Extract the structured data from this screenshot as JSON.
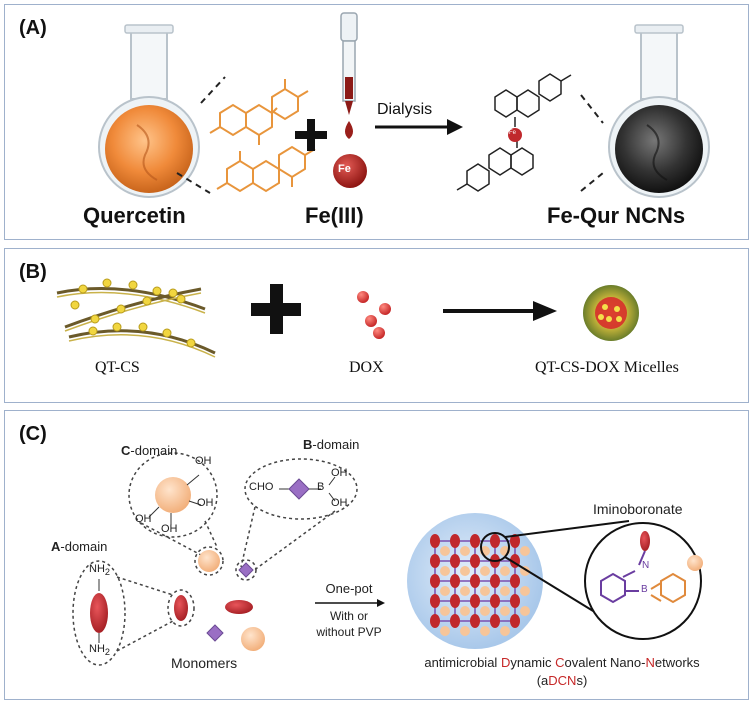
{
  "panel_a": {
    "letter": "(A)",
    "label_left": "Quercetin",
    "label_mid": "Fe(III)",
    "label_right": "Fe-Qur NCNs",
    "arrow_label": "Dialysis",
    "fe_badge": "Fe",
    "fe_center": "Fe",
    "colors": {
      "orange_flask": "#f08a3a",
      "black_flask": "#333333",
      "molecule": "#e8953c",
      "fe_red": "#b3201e"
    }
  },
  "panel_b": {
    "letter": "(B)",
    "label_left": "QT-CS",
    "label_mid": "DOX",
    "label_right": "QT-CS-DOX Micelles"
  },
  "panel_c": {
    "letter": "(C)",
    "c_domain": {
      "bold": "C",
      "rest": "-domain"
    },
    "b_domain": {
      "bold": "B",
      "rest": "-domain"
    },
    "a_domain": {
      "bold": "A",
      "rest": "-domain"
    },
    "oh": "OH",
    "cho": "CHO",
    "b_atom": "B",
    "nh2": "NH",
    "nh2_sub": "2",
    "n_atom": "N",
    "monomers": "Monomers",
    "onepot": "One-pot",
    "with_or": "With or",
    "without_pvp": "without PVP",
    "iminoboronate": "Iminoboronate",
    "network_label": {
      "p1": "antimicrobial ",
      "d": "D",
      "p2": "ynamic ",
      "c": "C",
      "p3": "ovalent Nano-",
      "n": "N",
      "p4": "etworks"
    },
    "adcn": {
      "open": "(a",
      "dcn": "DCN",
      "close": "s)"
    },
    "colors": {
      "ellipse_red": "#c0282c",
      "sphere_peach": "#f6c59a",
      "diamond_purple": "#9a6fc4",
      "network_blue": "#bcd6ef"
    }
  }
}
